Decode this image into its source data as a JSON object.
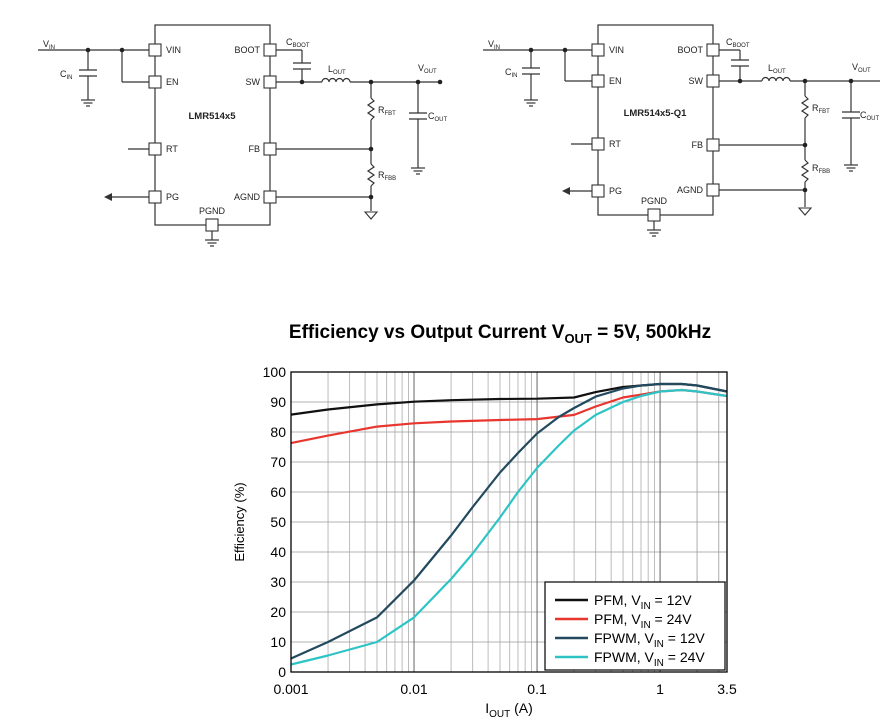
{
  "schematic_left": {
    "chip_label": "LMR514x5",
    "pins": {
      "vin": "VIN",
      "en": "EN",
      "rt": "RT",
      "pg": "PG",
      "pgnd": "PGND",
      "boot": "BOOT",
      "sw": "SW",
      "fb": "FB",
      "agnd": "AGND"
    },
    "labels": {
      "vin": {
        "main": "V",
        "sub": "IN"
      },
      "cin": {
        "main": "C",
        "sub": "IN"
      },
      "cboot": {
        "main": "C",
        "sub": "BOOT"
      },
      "lout": {
        "main": "L",
        "sub": "OUT"
      },
      "vout": {
        "main": "V",
        "sub": "OUT"
      },
      "rfbt": {
        "main": "R",
        "sub": "FBT"
      },
      "rfbb": {
        "main": "R",
        "sub": "FBB"
      },
      "cout": {
        "main": "C",
        "sub": "OUT"
      }
    }
  },
  "schematic_right": {
    "chip_label": "LMR514x5-Q1",
    "pins": {
      "vin": "VIN",
      "en": "EN",
      "rt": "RT",
      "pg": "PG",
      "pgnd": "PGND",
      "boot": "BOOT",
      "sw": "SW",
      "fb": "FB",
      "agnd": "AGND"
    },
    "labels": {
      "vin": {
        "main": "V",
        "sub": "IN"
      },
      "cin": {
        "main": "C",
        "sub": "IN"
      },
      "cboot": {
        "main": "C",
        "sub": "BOOT"
      },
      "lout": {
        "main": "L",
        "sub": "OUT"
      },
      "vout": {
        "main": "V",
        "sub": "OUT"
      },
      "rfbt": {
        "main": "R",
        "sub": "FBT"
      },
      "rfbb": {
        "main": "R",
        "sub": "FBB"
      },
      "cout": {
        "main": "C",
        "sub": "OUT"
      }
    }
  },
  "chart_data": {
    "type": "line",
    "title": {
      "prefix": "Efficiency vs Output Current V",
      "sub": "OUT",
      "suffix": " = 5V, 500kHz"
    },
    "xlabel": {
      "main": "I",
      "sub": "OUT",
      "suffix": " (A)"
    },
    "ylabel": "Efficiency (%)",
    "xscale": "log",
    "xlim": [
      0.001,
      3.5
    ],
    "ylim": [
      0,
      100
    ],
    "xticks": [
      0.001,
      0.01,
      0.1,
      1,
      3.5
    ],
    "xtick_labels": [
      "0.001",
      "0.01",
      "0.1",
      "1",
      "3.5"
    ],
    "yticks": [
      0,
      10,
      20,
      30,
      40,
      50,
      60,
      70,
      80,
      90,
      100
    ],
    "grid": true,
    "legend_position": "bottom-right",
    "series": [
      {
        "name": "PFM, V",
        "name_sub": "IN",
        "name_suffix": " = 12V",
        "color": "#111111",
        "x": [
          0.001,
          0.002,
          0.005,
          0.01,
          0.02,
          0.05,
          0.1,
          0.2,
          0.3,
          0.5,
          1,
          1.5,
          2,
          3.5
        ],
        "y": [
          85.8,
          87.5,
          89.2,
          90.1,
          90.6,
          91,
          91.1,
          91.5,
          93.3,
          95,
          96,
          96,
          95.5,
          93.5
        ]
      },
      {
        "name": "PFM, V",
        "name_sub": "IN",
        "name_suffix": " = 24V",
        "color": "#e8362e",
        "x": [
          0.001,
          0.002,
          0.005,
          0.01,
          0.02,
          0.05,
          0.1,
          0.2,
          0.3,
          0.5,
          1,
          1.5,
          2,
          3.5
        ],
        "y": [
          76.3,
          78.8,
          81.8,
          82.9,
          83.5,
          84,
          84.3,
          85.7,
          88.5,
          91.5,
          93.5,
          94,
          93.5,
          92
        ]
      },
      {
        "name": "FPWM, V",
        "name_sub": "IN",
        "name_suffix": " = 12V",
        "color": "#22495e",
        "x": [
          0.001,
          0.002,
          0.005,
          0.01,
          0.02,
          0.03,
          0.05,
          0.07,
          0.1,
          0.15,
          0.2,
          0.3,
          0.5,
          0.7,
          1,
          1.5,
          2,
          3.5
        ],
        "y": [
          4.5,
          10,
          18.2,
          30.5,
          45.5,
          55,
          66.5,
          73,
          79.5,
          85,
          88,
          91.8,
          94.5,
          95.5,
          96,
          96,
          95.5,
          93.5
        ]
      },
      {
        "name": "FPWM, V",
        "name_sub": "IN",
        "name_suffix": " = 24V",
        "color": "#2ec4c6",
        "x": [
          0.001,
          0.002,
          0.005,
          0.01,
          0.02,
          0.03,
          0.05,
          0.07,
          0.1,
          0.15,
          0.2,
          0.3,
          0.5,
          0.7,
          1,
          1.5,
          2,
          3.5
        ],
        "y": [
          2.5,
          5.5,
          10,
          18.2,
          31,
          39.5,
          51.5,
          60,
          68,
          75.5,
          80.5,
          85.7,
          90,
          92,
          93.5,
          94,
          93.5,
          92
        ]
      }
    ]
  }
}
